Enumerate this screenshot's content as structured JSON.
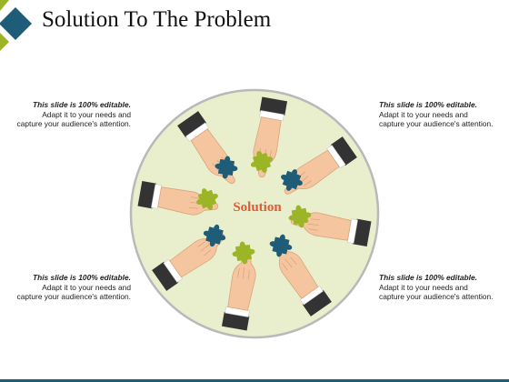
{
  "title": "Solution To The Problem",
  "center_label": "Solution",
  "notes": [
    {
      "id": "top-left",
      "heading": "This slide is 100% editable.",
      "body": "Adapt it to your needs and capture your audience's attention."
    },
    {
      "id": "top-right",
      "heading": "This slide is 100% editable.",
      "body": "Adapt it to your needs and capture your audience's attention."
    },
    {
      "id": "bottom-left",
      "heading": "This slide is 100% editable.",
      "body": "Adapt it to your needs and capture your audience's attention."
    },
    {
      "id": "bottom-right",
      "heading": "This slide is 100% editable.",
      "body": "Adapt it to your needs and capture your audience's attention."
    }
  ],
  "colors": {
    "circle_fill": "#e9efcd",
    "circle_stroke": "#b9b9b9",
    "puzzle_blue": "#1f5c77",
    "puzzle_green": "#9bb526",
    "skin": "#f5c59f",
    "sleeve_dark": "#333333",
    "corner_blue": "#1f5c77",
    "corner_green": "#9bb526",
    "label": "#e05a34"
  }
}
